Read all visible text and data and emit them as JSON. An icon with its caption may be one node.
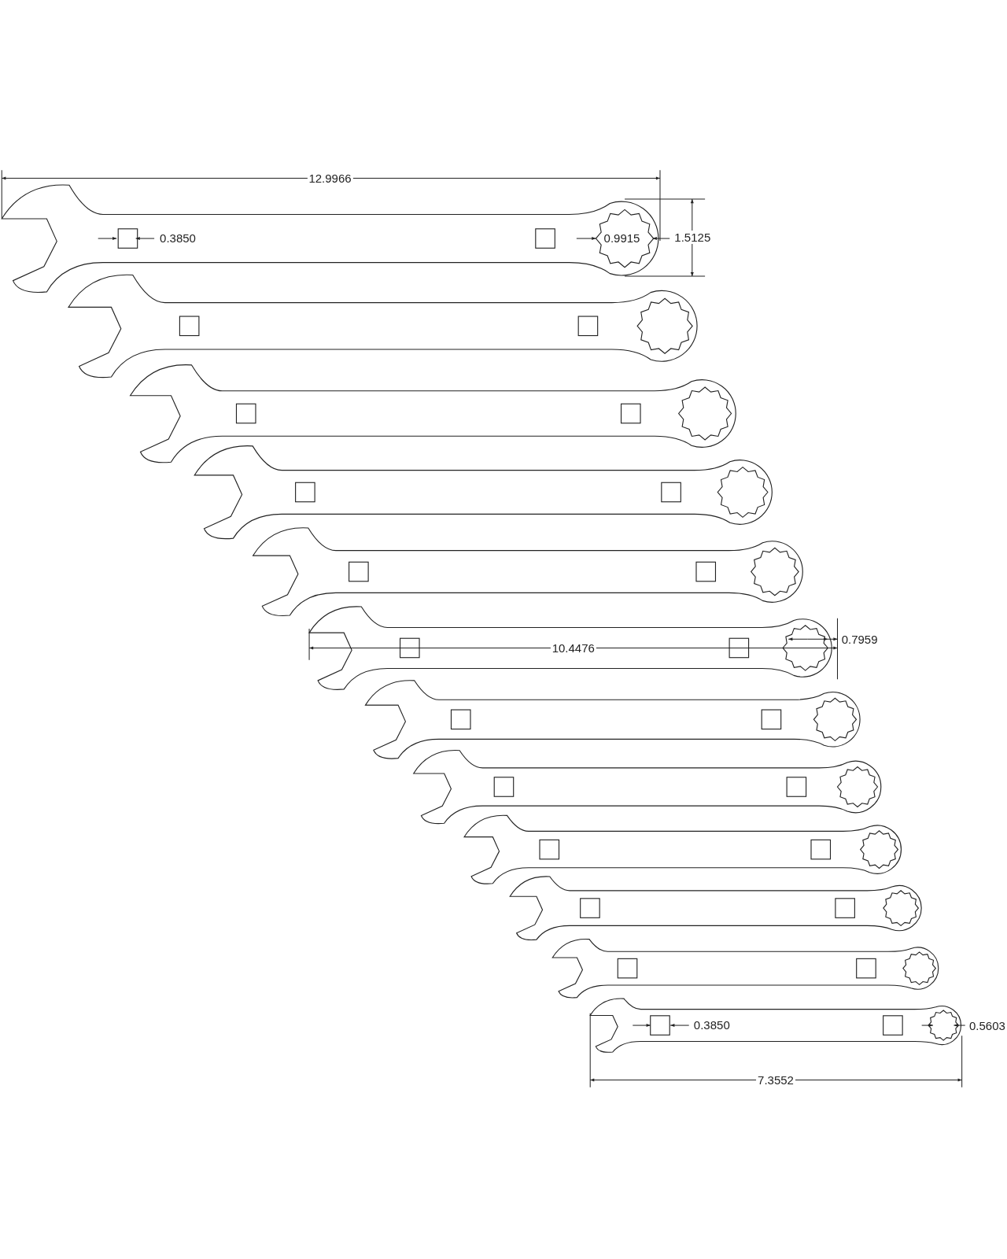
{
  "diagram": {
    "labels": [
      "12.9966",
      "0.3850",
      "0.9915",
      "1.5125",
      "10.4476",
      "0.7959",
      "0.3850",
      "0.5603",
      "7.3552"
    ]
  }
}
